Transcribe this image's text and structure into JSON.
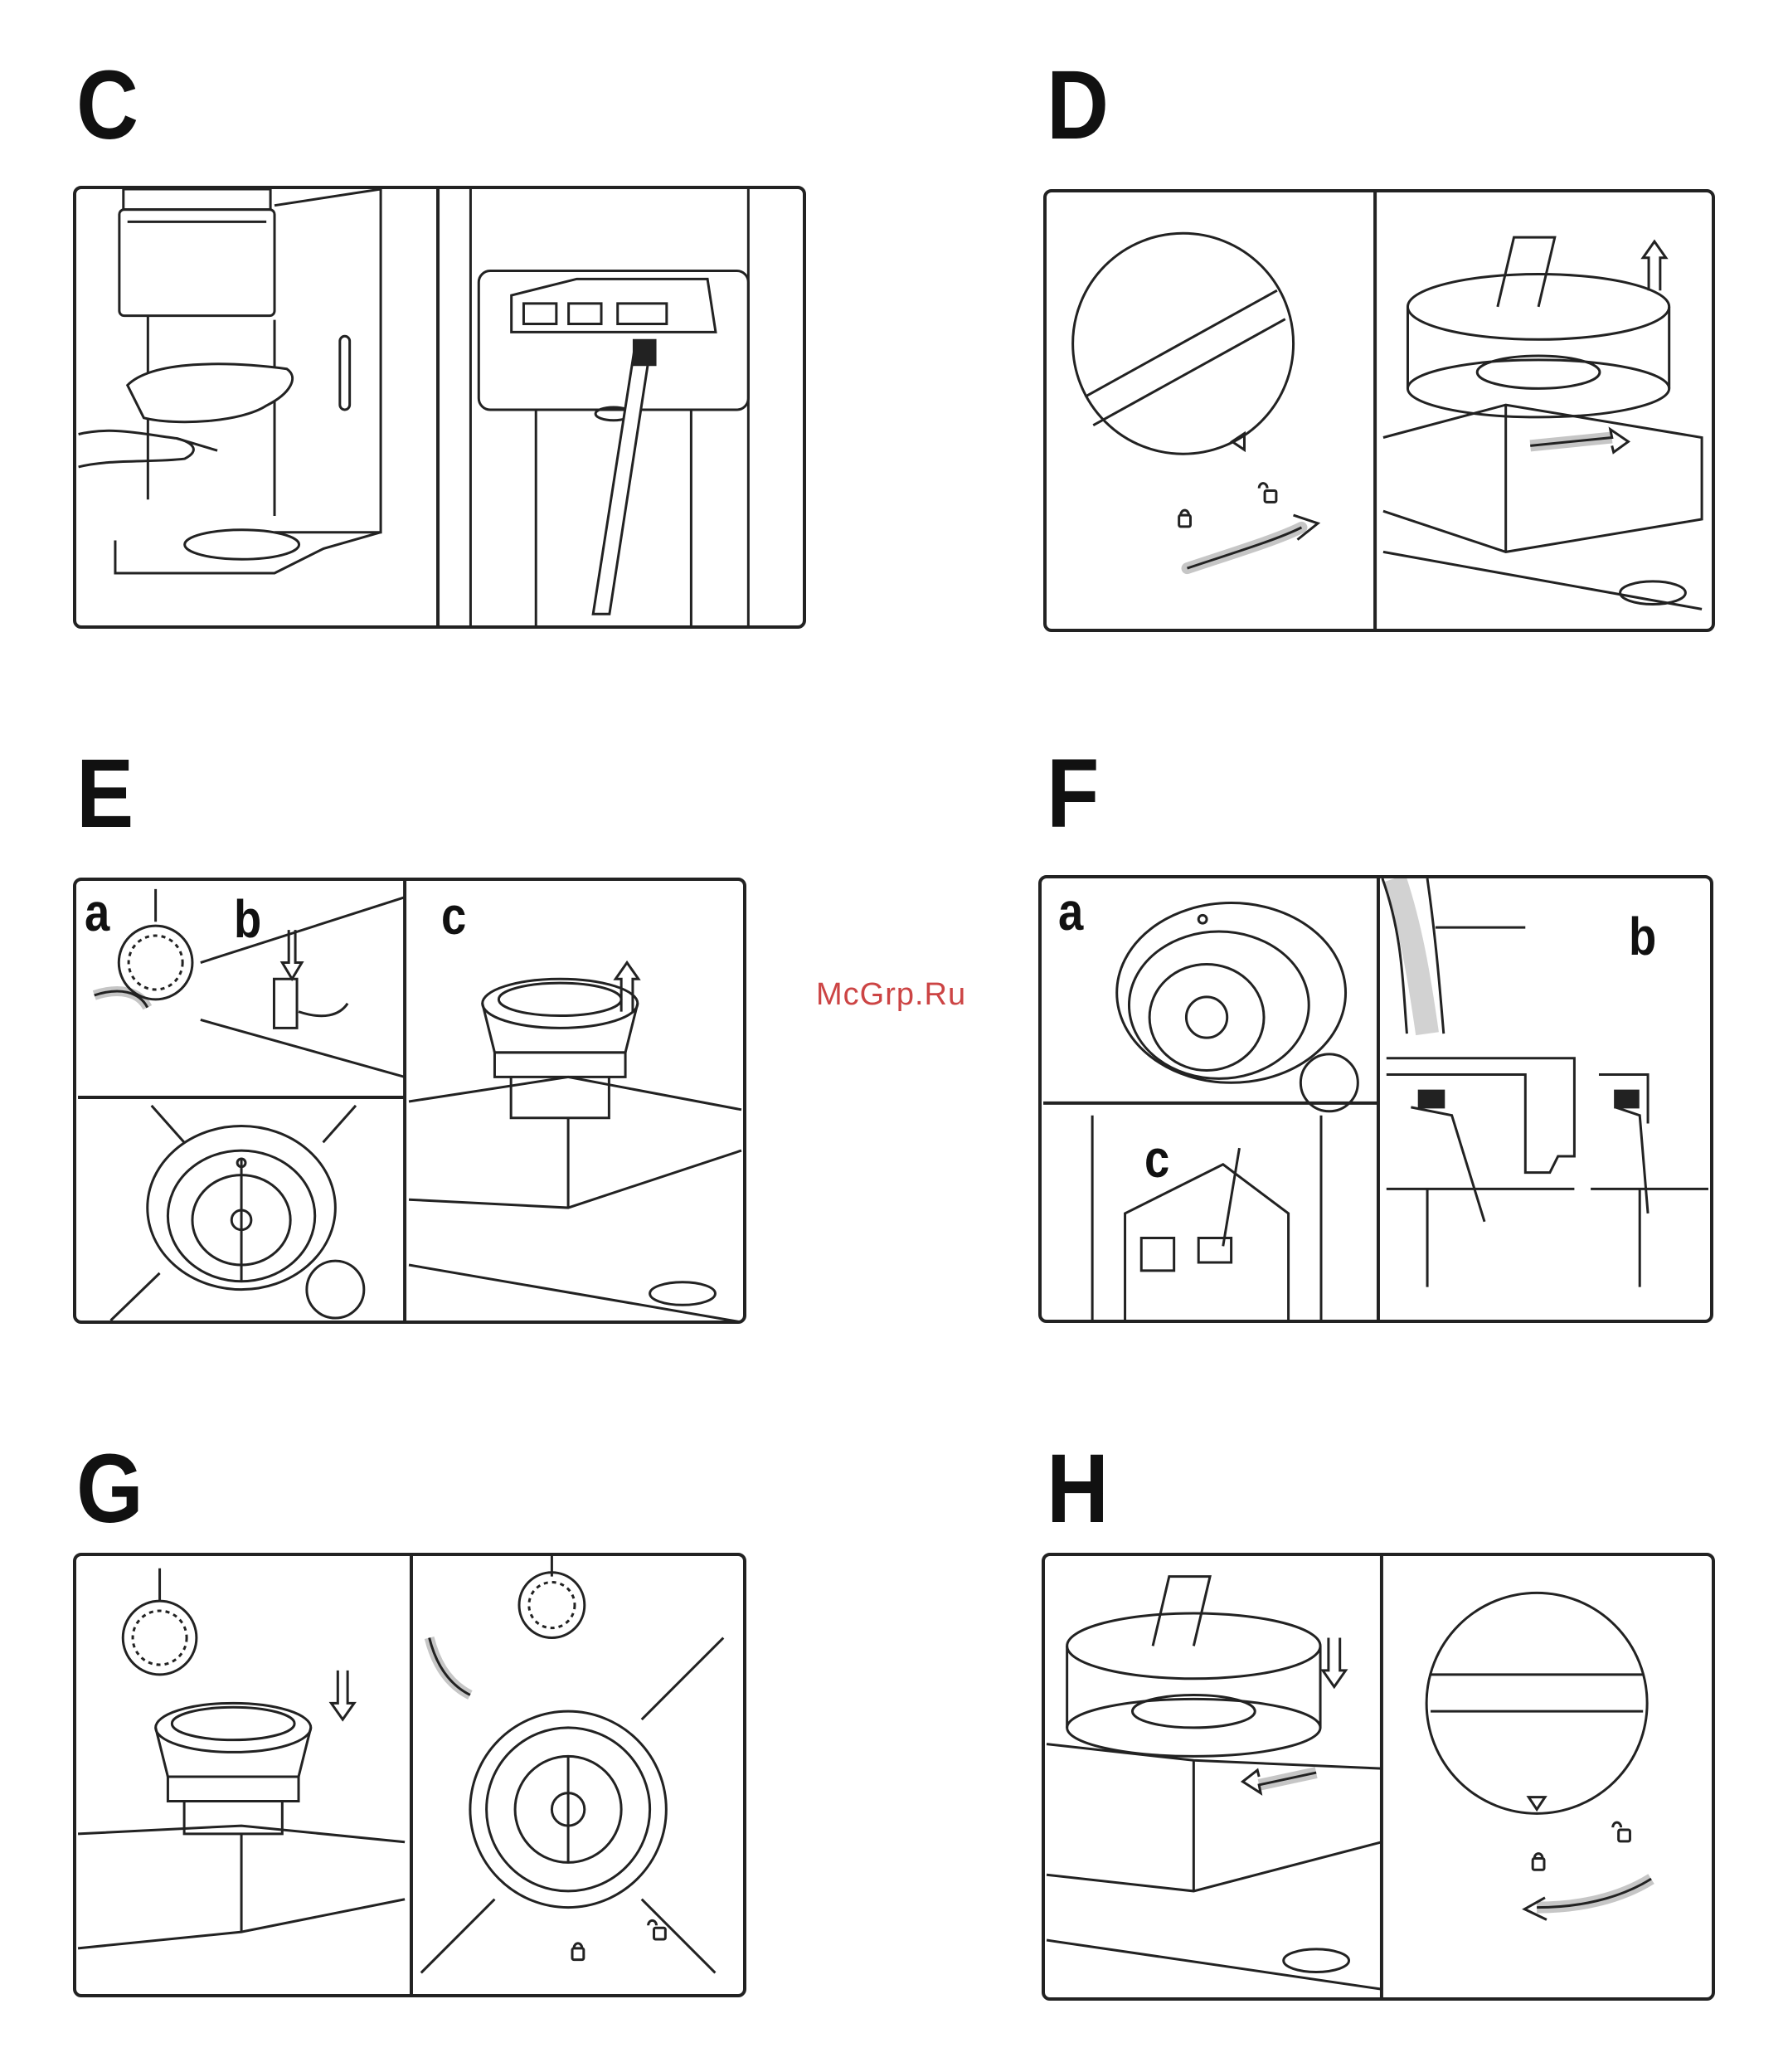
{
  "sections": {
    "c": {
      "letter": "C"
    },
    "d": {
      "letter": "D"
    },
    "e": {
      "letter": "E",
      "sub": {
        "a": "a",
        "b": "b",
        "c": "c"
      }
    },
    "f": {
      "letter": "F",
      "sub": {
        "a": "a",
        "b": "b",
        "c": "c"
      }
    },
    "g": {
      "letter": "G"
    },
    "h": {
      "letter": "H"
    }
  },
  "watermark": "McGrp.Ru",
  "icons": [
    "lock-icon",
    "unlock-icon",
    "arrow-up-icon",
    "arrow-down-icon",
    "curved-arrow-icon",
    "grind-dial-icon",
    "brush-icon",
    "burr-icon"
  ]
}
